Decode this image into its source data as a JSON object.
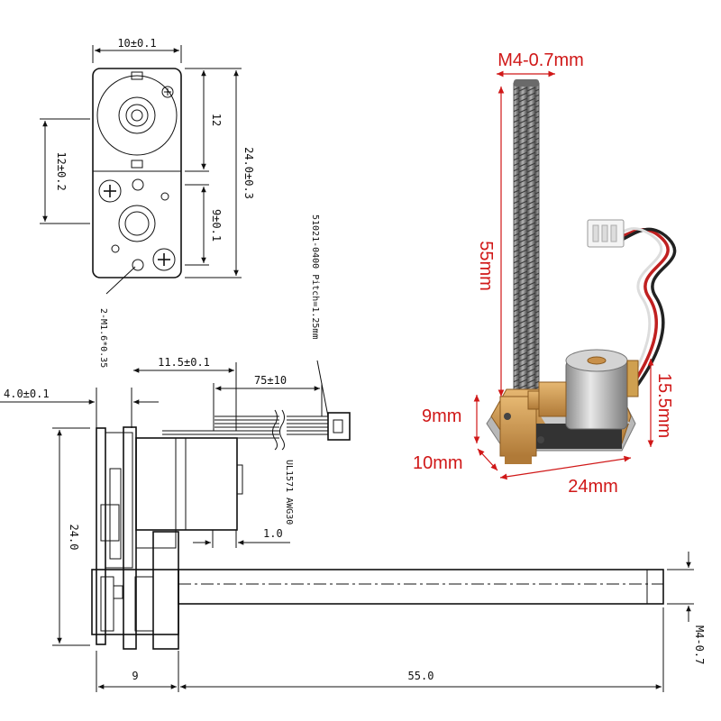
{
  "front_view": {
    "width_dim": "10±0.1",
    "upper_height_dim": "12",
    "total_height_dim": "24.0±0.3",
    "left_height_dim": "12±0.2",
    "hole_spacing_dim": "9±0.1",
    "screw_note": "2-M1.6*0.35"
  },
  "side_view": {
    "offset_dim": "4.0±0.1",
    "motor_length_dim": "11.5±0.1",
    "cable_length_dim": "75±10",
    "connector_note": "51021-0400 Pitch=1.25mm",
    "wire_note": "UL1571 AWG30",
    "small_dim": "1.0",
    "height_dim": "24.0",
    "base_dim": "9",
    "screw_length_dim": "55.0",
    "thread_dim": "M4-0.7"
  },
  "photo_labels": {
    "thread": "M4-0.7mm",
    "length": "55mm",
    "motor_height": "15.5mm",
    "base_height": "9mm",
    "depth": "10mm",
    "width": "24mm"
  },
  "colors": {
    "label_red": "#d01818",
    "line": "#111111",
    "brass": "#c8904a",
    "steel": "#8a8a8a"
  }
}
